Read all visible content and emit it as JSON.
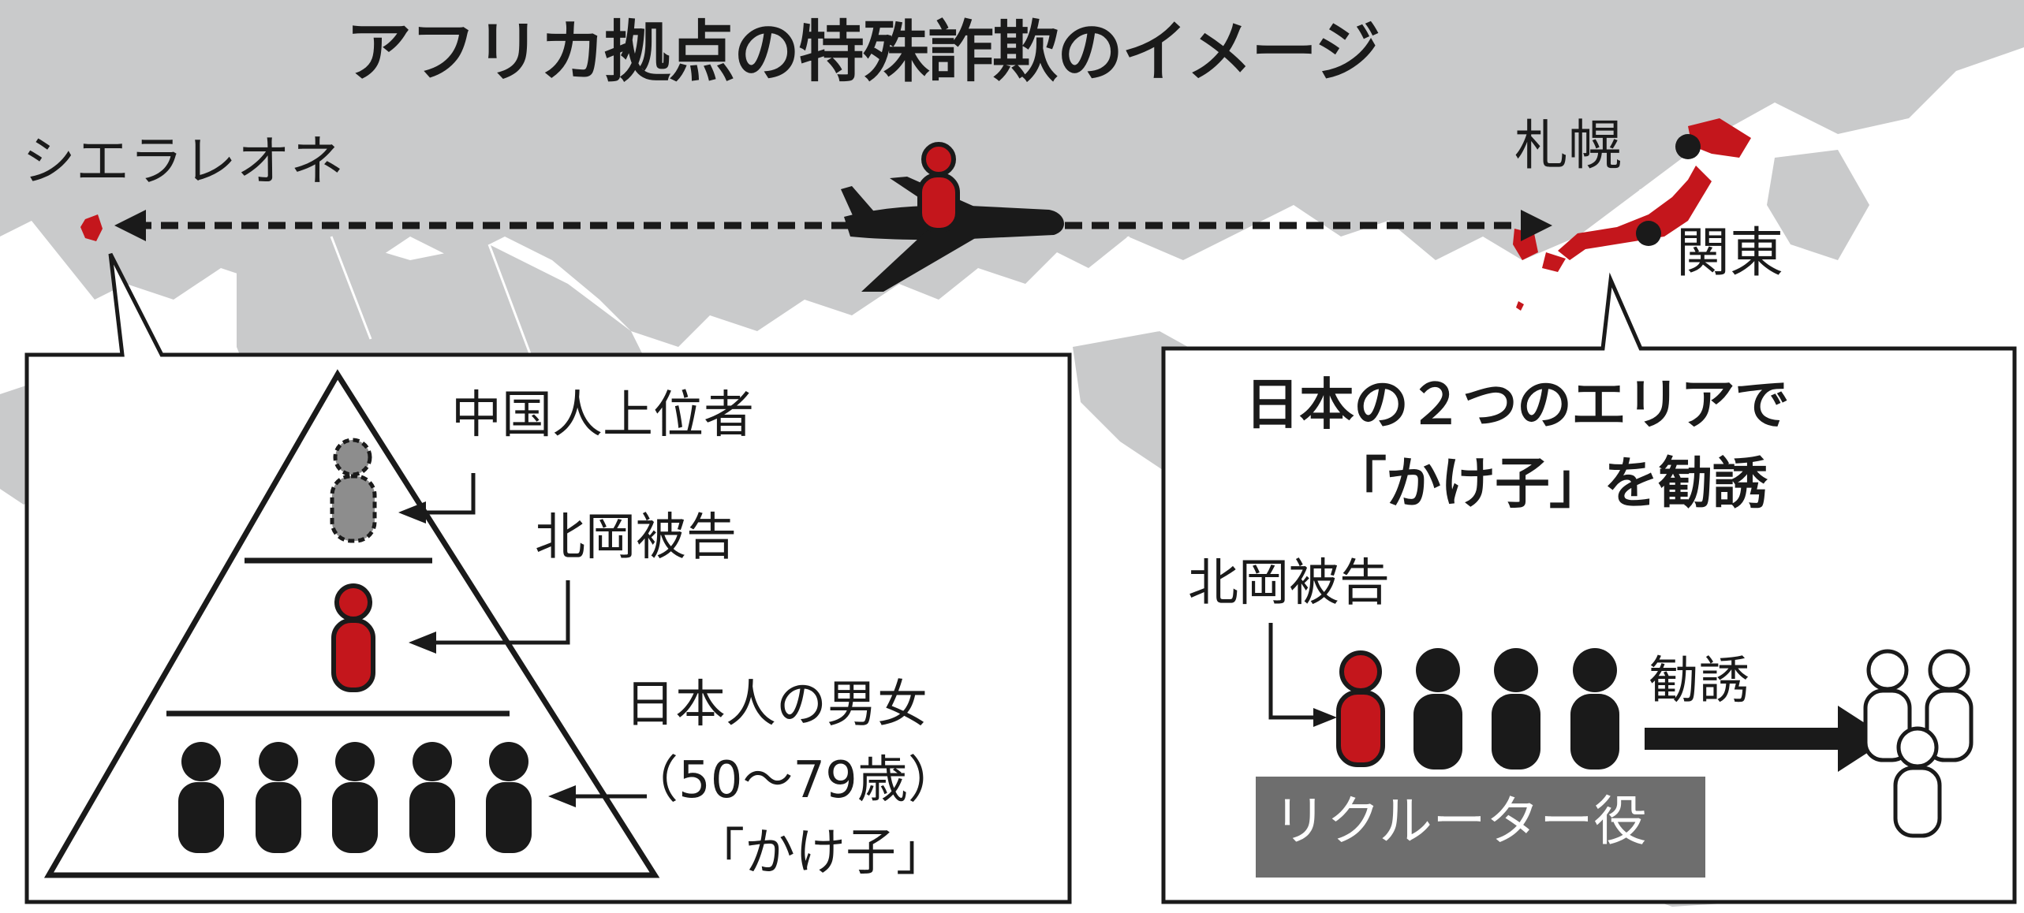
{
  "title": "アフリカ拠点の特殊詐欺のイメージ",
  "places": {
    "origin": "シエラレオネ",
    "sapporo": "札幌",
    "kanto": "関東"
  },
  "pyramid": {
    "top_label": "中国人上位者",
    "middle_label": "北岡被告",
    "bottom_label_line1": "日本人の男女",
    "bottom_label_line2": "（50～79歳）",
    "bottom_label_line3": "「かけ子」"
  },
  "recruit_box": {
    "heading_line1": "日本の２つのエリアで",
    "heading_line2": "「かけ子」を勧誘",
    "defendant_label": "北岡被告",
    "arrow_label": "勧誘",
    "role_label": "リクルーター役"
  },
  "colors": {
    "map_land": "#c9cacb",
    "accent_red": "#c4161c",
    "figure_black": "#1a1a1a",
    "unknown_gray": "#8d8d8d",
    "band_gray": "#6e6e6e"
  }
}
